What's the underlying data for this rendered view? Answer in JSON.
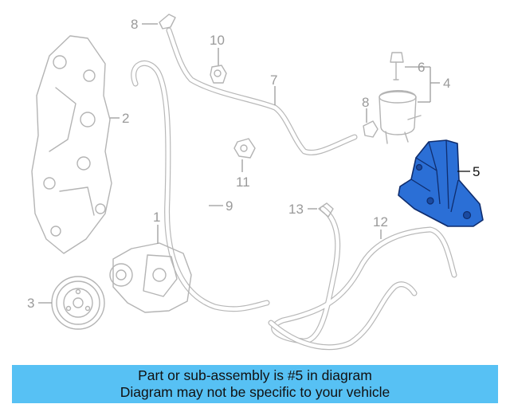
{
  "diagram": {
    "highlight_color": "#2b6fd6",
    "callouts": {
      "c1": "1",
      "c2": "2",
      "c3": "3",
      "c4": "4",
      "c5": "5",
      "c6": "6",
      "c7": "7",
      "c8a": "8",
      "c8b": "8",
      "c9": "9",
      "c10": "10",
      "c11": "11",
      "c12": "12",
      "c13": "13"
    }
  },
  "banner": {
    "line1": "Part or sub-assembly is #5 in diagram",
    "line2": "Diagram may not be specific to your vehicle",
    "color": "#57c1f4"
  }
}
